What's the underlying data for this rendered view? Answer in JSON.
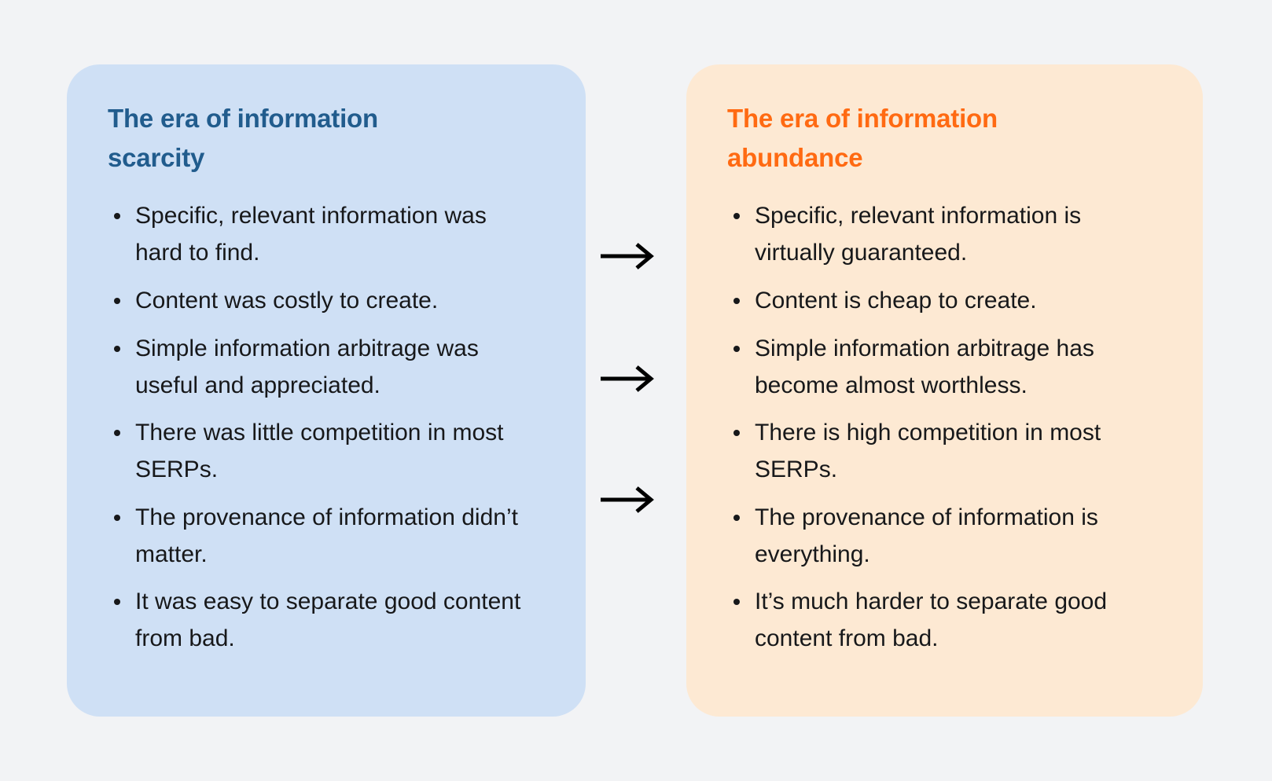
{
  "theme": {
    "background": "#f2f3f5",
    "left_card_fill": "#cfe0f5",
    "right_card_fill": "#fde9d3",
    "left_title_color": "#215c8d",
    "right_title_color": "#ff6a12",
    "body_text_color": "#17181a",
    "arrow_color": "#000000"
  },
  "left_panel": {
    "title": "The era of information scarcity",
    "bullets": [
      "Specific, relevant information was hard to find.",
      "Content was costly to create.",
      "Simple information arbitrage was useful and appreciated.",
      "There was little competition in most SERPs.",
      "The provenance of information didn’t matter.",
      "It was easy to separate good content from bad."
    ]
  },
  "right_panel": {
    "title": "The era of information abundance",
    "bullets": [
      "Specific, relevant information is virtually guaranteed.",
      "Content is cheap to create.",
      "Simple information arbitrage has become almost worthless.",
      "There is high competition in most SERPs.",
      "The provenance of information is everything.",
      "It’s much harder to separate good content from bad."
    ]
  },
  "connectors": [
    {
      "name": "arrow-1",
      "direction": "right"
    },
    {
      "name": "arrow-2",
      "direction": "right"
    },
    {
      "name": "arrow-3",
      "direction": "right"
    }
  ]
}
